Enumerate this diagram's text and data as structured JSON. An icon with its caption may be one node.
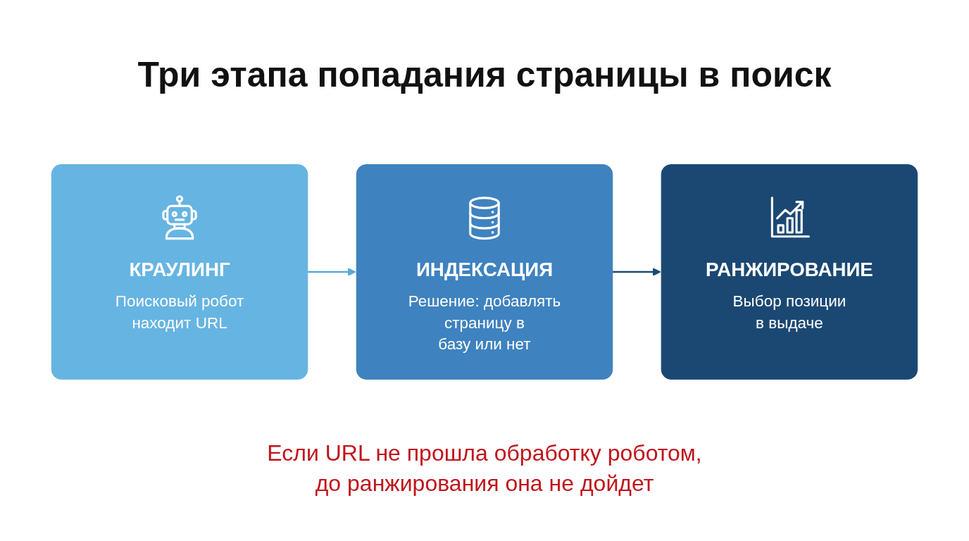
{
  "diagram": {
    "title": "Три этапа попадания страницы в поиск",
    "nodes": [
      {
        "text": [
          "КРАУЛИНГ",
          "Поисковый робот находит URL"
        ]
      },
      {
        "text": [
          "ИНДЕКСАЦИЯ",
          "Решение: добавлять страницу в базу или нет"
        ]
      },
      {
        "text": [
          "РАНЖИРОВАНИЕ",
          "Выбор позиции в выдаче"
        ]
      }
    ],
    "edges": [
      {
        "from": 0,
        "to": 1,
        "arrow": "to",
        "color": "#5aa9dc"
      },
      {
        "from": 1,
        "to": 2,
        "arrow": "to",
        "color": "#1e4a73"
      }
    ],
    "caption": "Если URL не прошла обработку роботом, до ранжирования она не дойдет"
  }
}
